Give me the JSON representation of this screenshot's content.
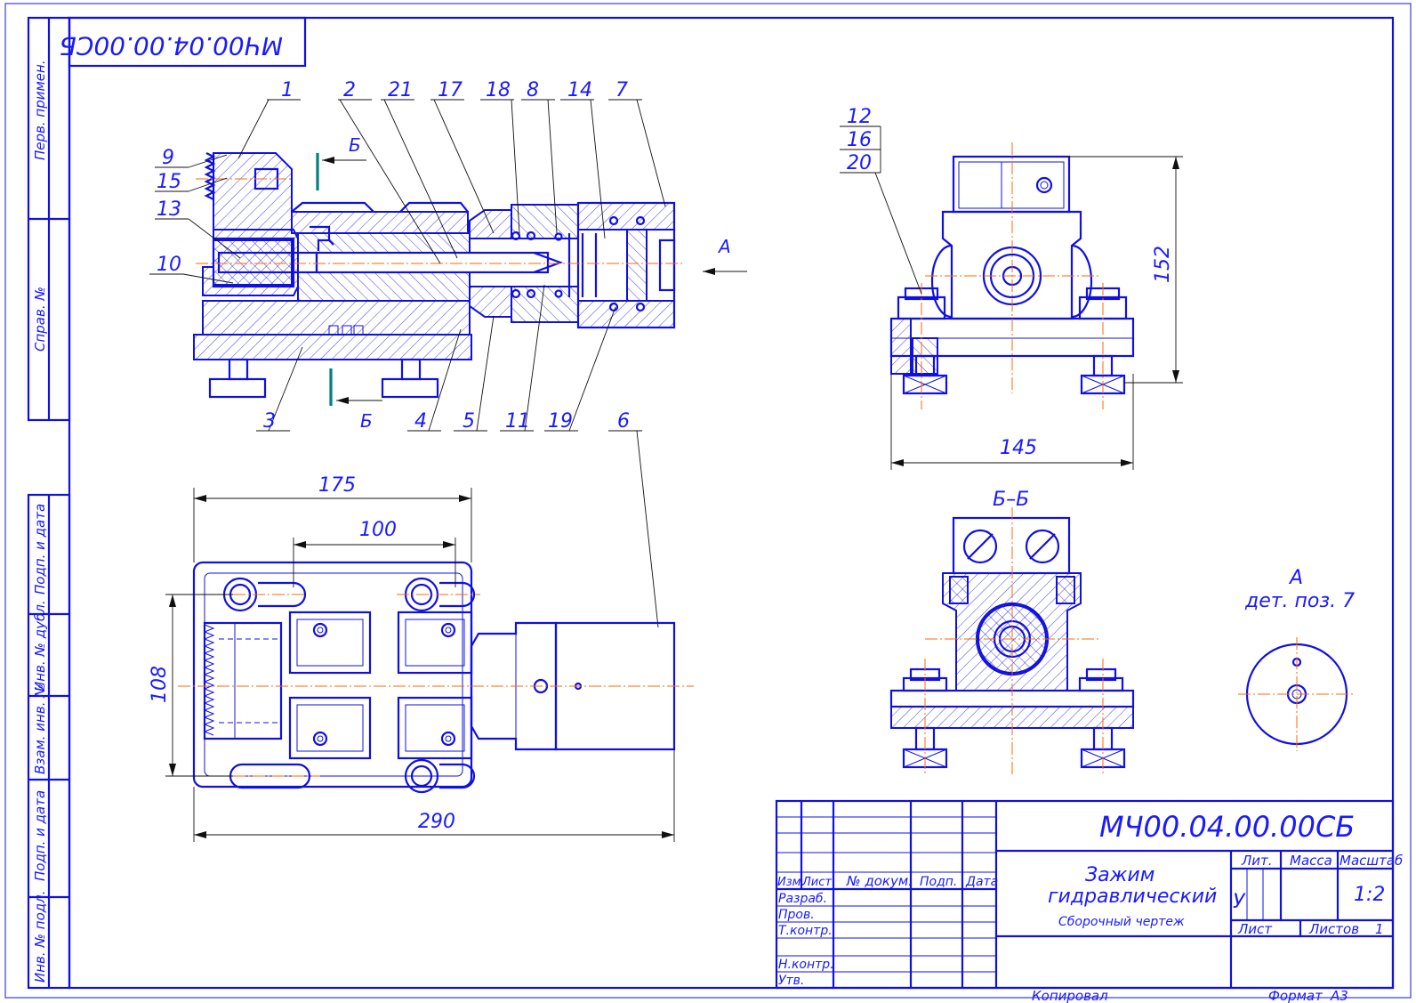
{
  "stamp_top": "МЧ00.04.00.00СБ",
  "side_columns": {
    "perv_primen": "Перв. примен.",
    "sprav_no": "Справ. №",
    "podp_data_1": "Подп. и дата",
    "inv_dubl": "Инв. № дубл.",
    "vzam_inv": "Взам. инв. №",
    "podp_data_2": "Подп. и дата",
    "inv_podl": "Инв. № подл."
  },
  "callouts_top": [
    "1",
    "2",
    "21",
    "17",
    "18",
    "8",
    "14",
    "7"
  ],
  "callouts_left": [
    "9",
    "15",
    "13",
    "10"
  ],
  "callouts_bottom": [
    "3",
    "4",
    "5",
    "11",
    "19",
    "6"
  ],
  "callouts_side_view": [
    "12",
    "16",
    "20"
  ],
  "section_letter": "Б",
  "view_letter": "А",
  "dimensions": {
    "height_152": "152",
    "width_145": "145",
    "len_175": "175",
    "len_100": "100",
    "len_290": "290",
    "width_108": "108"
  },
  "section_title": "Б–Б",
  "view_a": {
    "title": "А",
    "subtitle": "дет. поз. 7"
  },
  "title_block": {
    "designation": "МЧ00.04.00.00СБ",
    "name_line1": "Зажим",
    "name_line2": "гидравлический",
    "doc_type": "Сборочный чертеж",
    "headers": {
      "izm": "Изм.",
      "list": "Лист",
      "doc_no": "№ докум.",
      "podp": "Подп.",
      "data": "Дата"
    },
    "roles": {
      "razrab": "Разраб.",
      "prov": "Пров.",
      "tkontr": "Т.контр.",
      "nkontr": "Н.контр.",
      "utv": "Утв."
    },
    "lit_label": "Лит.",
    "massa_label": "Масса",
    "masshtab_label": "Масштаб",
    "lit_value": "У",
    "scale_value": "1:2",
    "list_label": "Лист",
    "listov_label": "Листов",
    "listov_value": "1"
  },
  "footer": {
    "kopiroval": "Копировал",
    "format_label": "Формат",
    "format_value": "А3"
  }
}
